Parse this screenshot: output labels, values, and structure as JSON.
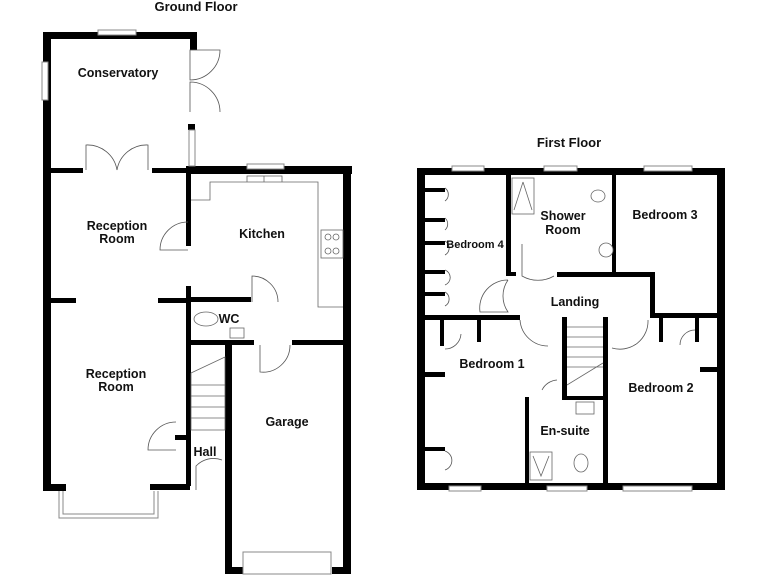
{
  "ground_floor": {
    "title": "Ground Floor",
    "rooms": {
      "conservatory": "Conservatory",
      "reception_room_1": [
        "Reception",
        "Room"
      ],
      "kitchen": "Kitchen",
      "wc": "WC",
      "reception_room_2": [
        "Reception",
        "Room"
      ],
      "hall": "Hall",
      "garage": "Garage"
    }
  },
  "first_floor": {
    "title": "First Floor",
    "rooms": {
      "shower_room": [
        "Shower",
        "Room"
      ],
      "bedroom_3": "Bedroom 3",
      "bedroom_4": "Bedroom 4",
      "landing": "Landing",
      "bedroom_1": "Bedroom 1",
      "bedroom_2": "Bedroom 2",
      "en_suite": "En-suite"
    }
  }
}
